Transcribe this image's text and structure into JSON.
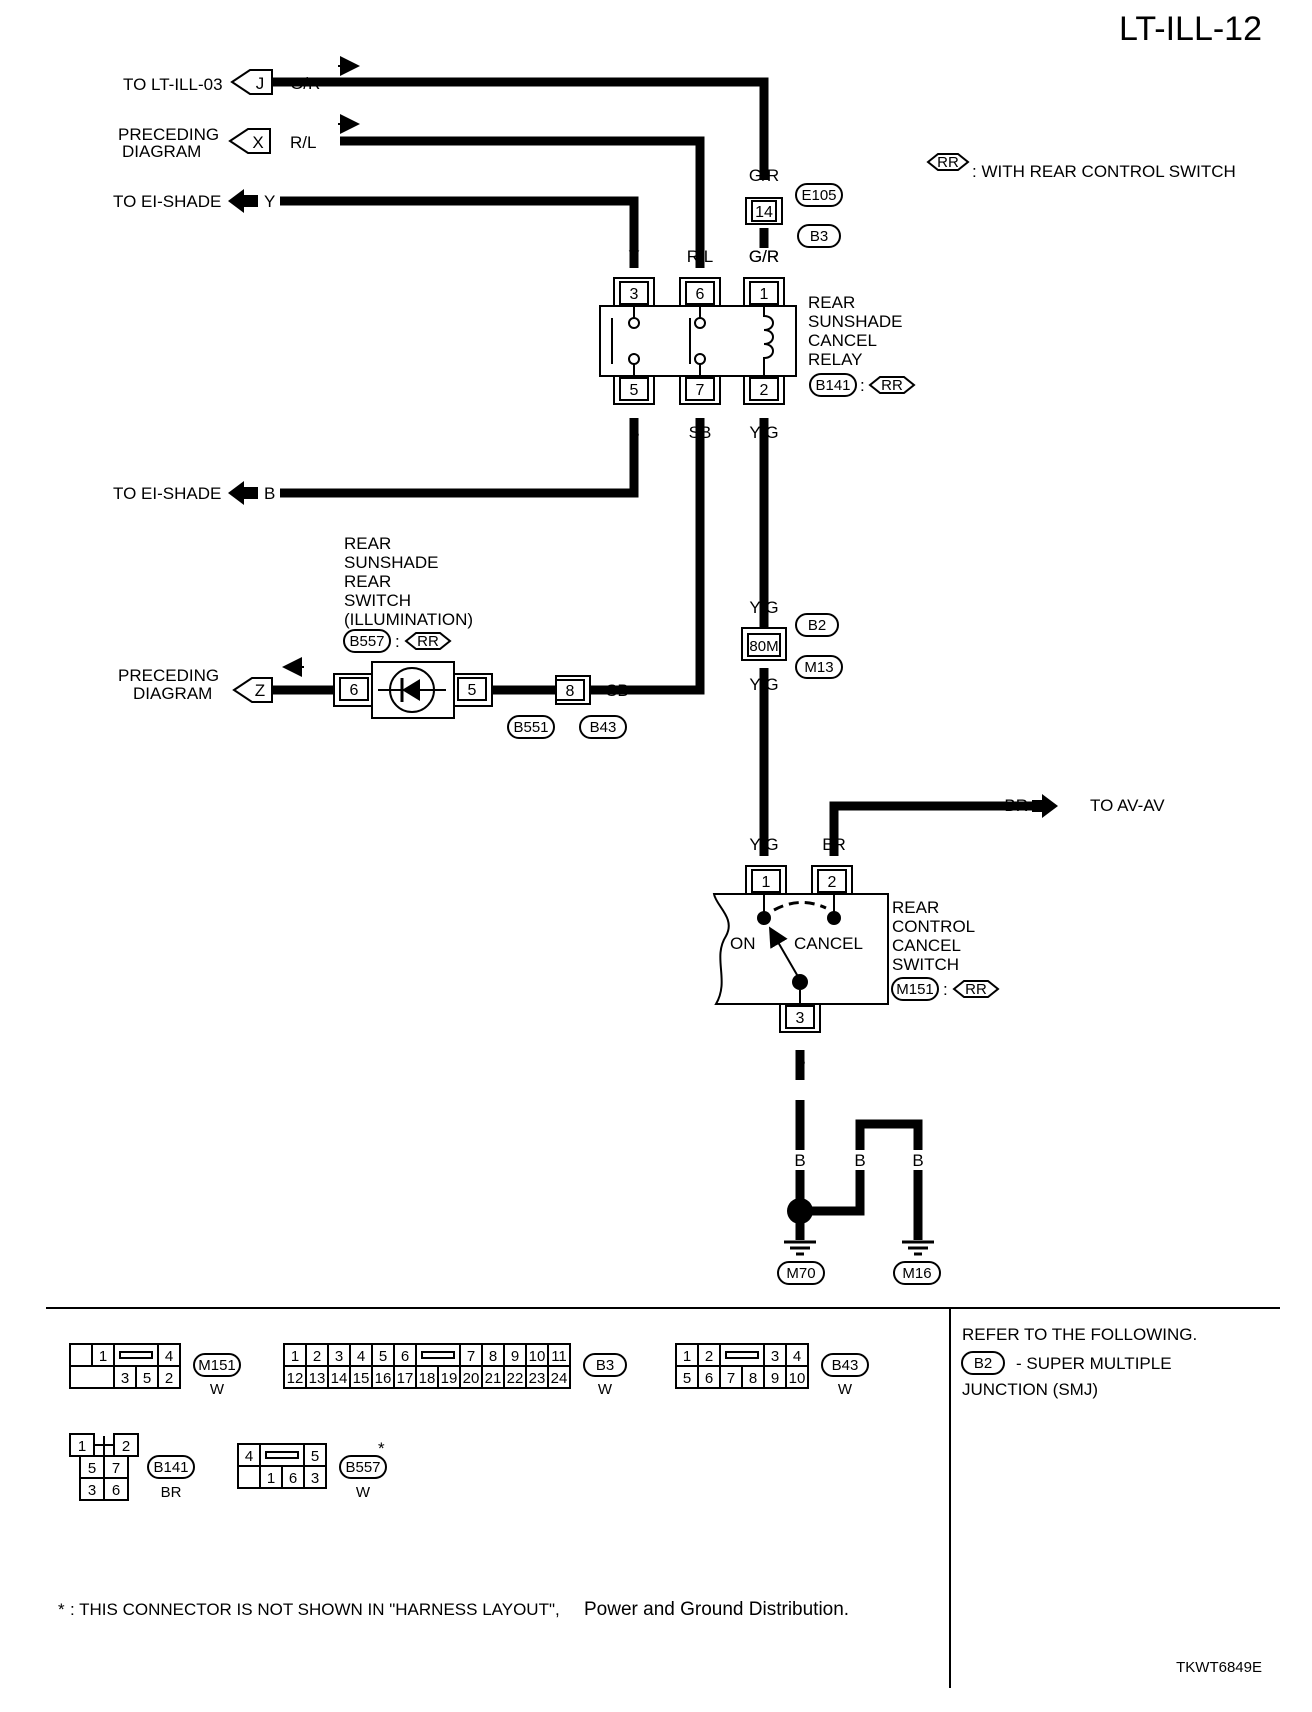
{
  "page": {
    "title": "LT-ILL-12",
    "figure_code": "TKWT6849E"
  },
  "legend": {
    "rr_tag": "RR",
    "rr_text": ": WITH REAR CONTROL SWITCH"
  },
  "offpage": {
    "j_text": "TO LT-ILL-03",
    "j_letter": "J",
    "j_color": "G/R",
    "x_text1": "PRECEDING",
    "x_text2": "DIAGRAM",
    "x_letter": "X",
    "x_color": "R/L",
    "y_text": "TO EI-SHADE",
    "y_color": "Y",
    "b_text": "TO EI-SHADE",
    "b_color": "B",
    "z_text1": "PRECEDING",
    "z_text2": "DIAGRAM",
    "z_letter": "Z",
    "av_text": "TO AV-AV",
    "av_color": "BR"
  },
  "e105": {
    "wire_top": "G/R",
    "pin": "14",
    "conn1": "E105",
    "conn2": "B3",
    "wire_bottom": "G/R"
  },
  "relay": {
    "name1": "REAR",
    "name2": "SUNSHADE",
    "name3": "CANCEL",
    "name4": "RELAY",
    "conn": "B141",
    "sep": ":",
    "tag": "RR",
    "top_wires": [
      "Y",
      "R/L",
      "G/R"
    ],
    "top_pins": [
      "3",
      "6",
      "1"
    ],
    "bottom_pins": [
      "5",
      "7",
      "2"
    ],
    "bottom_wires": [
      "B",
      "SB",
      "Y/G"
    ]
  },
  "sunshade_switch": {
    "name1": "REAR",
    "name2": "SUNSHADE",
    "name3": "REAR",
    "name4": "SWITCH",
    "name5": "(ILLUMINATION)",
    "conn": "B557",
    "sep": ":",
    "tag": "RR",
    "pin_left": "6",
    "pin_right": "5",
    "jc_pin": "8",
    "jc_wire": "SB",
    "jc_conn1": "B551",
    "jc_conn2": "B43"
  },
  "smj": {
    "wire_top": "Y/G",
    "pin": "80M",
    "conn1": "B2",
    "conn2": "M13",
    "wire_bottom": "Y/G"
  },
  "control_switch": {
    "wire1": "Y/G",
    "wire2": "BR",
    "pin1": "1",
    "pin2": "2",
    "pin3": "3",
    "on": "ON",
    "cancel": "CANCEL",
    "name1": "REAR",
    "name2": "CONTROL",
    "name3": "CANCEL",
    "name4": "SWITCH",
    "conn": "M151",
    "sep": ":",
    "tag": "RR",
    "wire3": "B"
  },
  "ground": {
    "w1": "B",
    "w2": "B",
    "w3": "B",
    "g1": "M70",
    "g2": "M16"
  },
  "connectors": {
    "m151": {
      "id": "M151",
      "color": "W",
      "top": [
        "1",
        "4"
      ],
      "bottom": [
        "3",
        "5",
        "2"
      ]
    },
    "b3": {
      "id": "B3",
      "color": "W",
      "top": [
        "1",
        "2",
        "3",
        "4",
        "5",
        "6",
        "7",
        "8",
        "9",
        "10",
        "11"
      ],
      "bottom": [
        "12",
        "13",
        "14",
        "15",
        "16",
        "17",
        "18",
        "19",
        "20",
        "21",
        "22",
        "23",
        "24"
      ]
    },
    "b43": {
      "id": "B43",
      "color": "W",
      "top": [
        "1",
        "2",
        "3",
        "4"
      ],
      "bottom": [
        "5",
        "6",
        "7",
        "8",
        "9",
        "10"
      ]
    },
    "b141": {
      "id": "B141",
      "color": "BR",
      "top": [
        "1",
        "2"
      ],
      "mid": [
        "5",
        "7"
      ],
      "bottom": [
        "3",
        "6"
      ]
    },
    "b557": {
      "id": "B557",
      "color": "W",
      "star": "*",
      "top": [
        "4",
        "5"
      ],
      "bottom": [
        "1",
        "6",
        "3"
      ]
    }
  },
  "refer": {
    "line1": "REFER TO THE FOLLOWING.",
    "conn": "B2",
    "line2": "- SUPER MULTIPLE",
    "line3": "JUNCTION (SMJ)"
  },
  "footnote": {
    "star": "*",
    "text": ": THIS CONNECTOR IS NOT SHOWN IN \"HARNESS LAYOUT\",",
    "text2": "Power and Ground Distribution."
  }
}
